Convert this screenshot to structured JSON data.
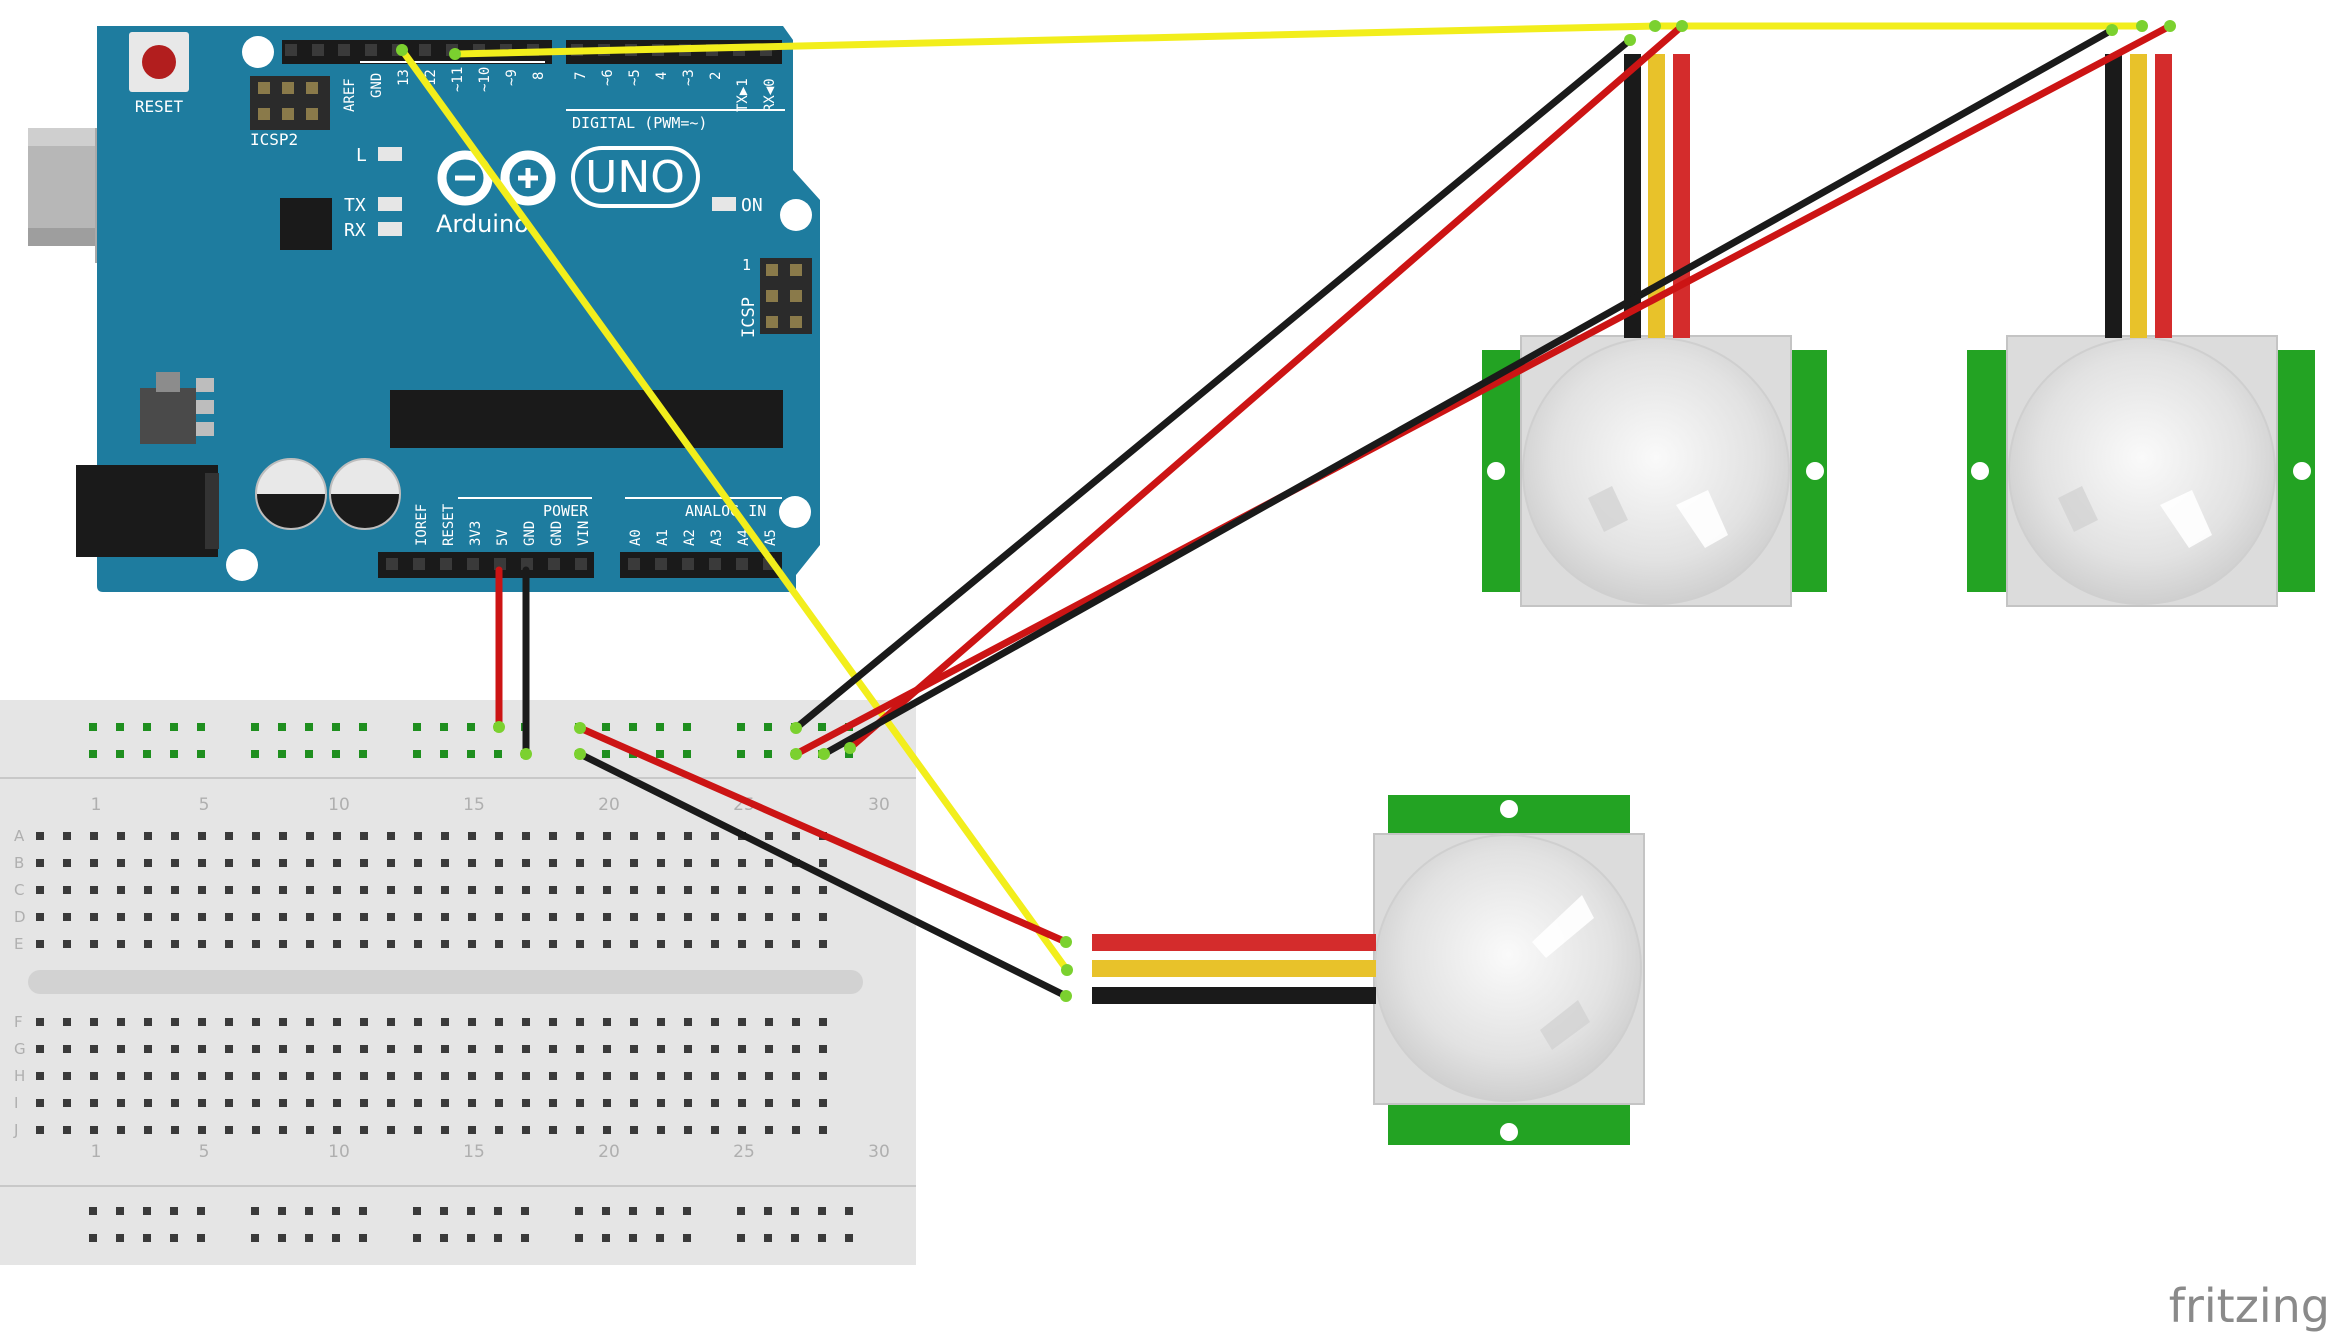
{
  "arduino": {
    "reset_label": "RESET",
    "icsp2_label": "ICSP2",
    "icsp_label": "ICSP",
    "icsp_pin1": "1",
    "led_l": "L",
    "led_tx": "TX",
    "led_rx": "RX",
    "on_label": "ON",
    "uno_label": "UNO",
    "brand_label": "Arduino",
    "digital_label": "DIGITAL (PWM=~)",
    "power_label": "POWER",
    "analog_label": "ANALOG IN",
    "digital_pins": [
      "AREF",
      "GND",
      "13",
      "12",
      "~11",
      "~10",
      "~9",
      "8",
      "7",
      "~6",
      "~5",
      "4",
      "~3",
      "2",
      "TX▶1",
      "RX◀0"
    ],
    "power_pins": [
      "IOREF",
      "RESET",
      "3V3",
      "5V",
      "GND",
      "GND",
      "VIN"
    ],
    "analog_pins": [
      "A0",
      "A1",
      "A2",
      "A3",
      "A4",
      "A5"
    ]
  },
  "breadboard": {
    "column_numbers": [
      "1",
      "5",
      "10",
      "15",
      "20",
      "25",
      "30"
    ],
    "rows_top": [
      "A",
      "B",
      "C",
      "D",
      "E"
    ],
    "rows_bottom": [
      "F",
      "G",
      "H",
      "I",
      "J"
    ]
  },
  "watermark": "fritzing",
  "colors": {
    "board_blue": "#1F7A9C",
    "wire_yellow": "#F2EE1C",
    "wire_red": "#CC1414",
    "wire_black": "#1A1A1A",
    "pcb_green": "#23A323",
    "breadboard": "#E5E5E5"
  }
}
